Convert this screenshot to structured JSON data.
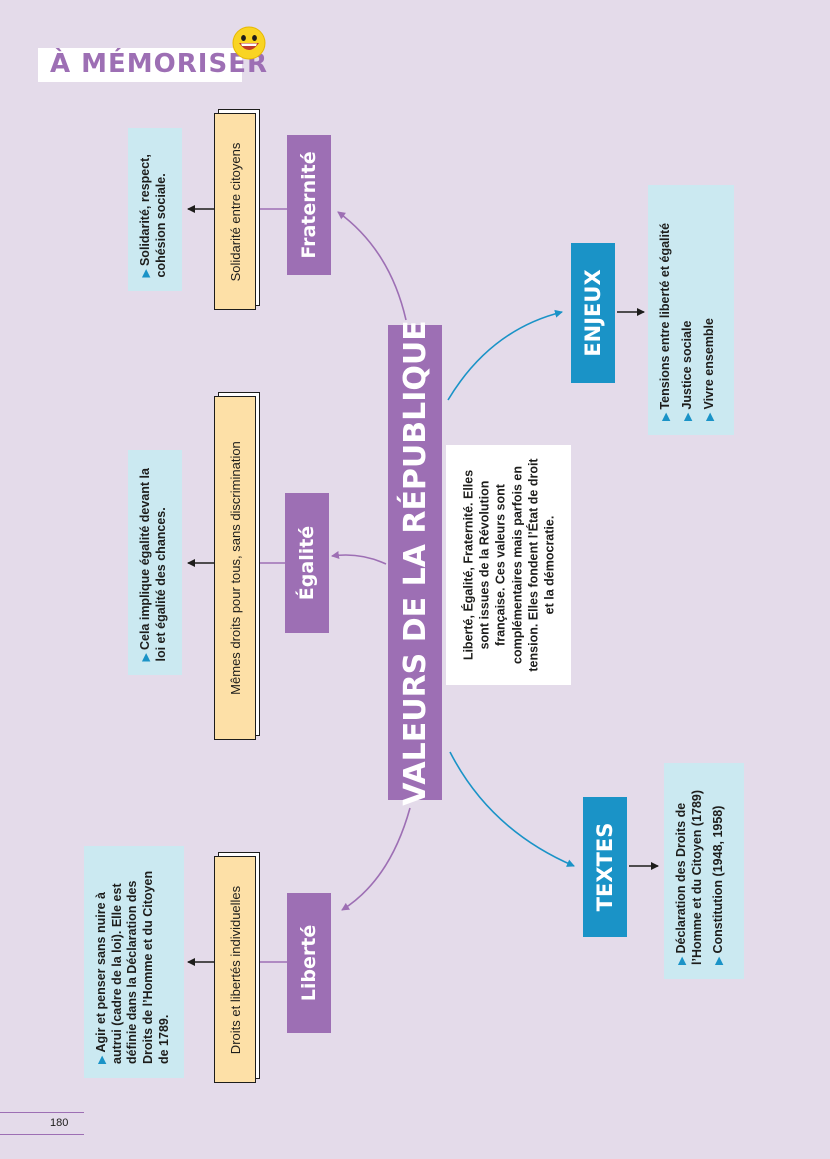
{
  "header": {
    "title": "À MÉMORISER"
  },
  "icons": {
    "smiley": "smiley-face-icon"
  },
  "colors": {
    "background": "#e4dbea",
    "purple": "#9d6fb4",
    "blue": "#1a93c7",
    "yellow": "#fde0a7",
    "cyan": "#cbe9f1"
  },
  "center": {
    "title": "VALEURS DE LA RÉPUBLIQUE",
    "description": "Liberté, Égalité, Fraternité. Elles sont issues de la Révolution française. Ces valeurs sont complémentaires mais parfois en tension. Elles fondent l’État de droit et la démocratie."
  },
  "values": [
    {
      "label": "Fraternité",
      "definition": "Solidarité entre citoyens",
      "detail": "Solidarité, respect, cohésion sociale."
    },
    {
      "label": "Égalité",
      "definition": "Mêmes droits pour tous, sans discrimination",
      "detail": "Cela implique égalité devant la loi et égalité des chances."
    },
    {
      "label": "Liberté",
      "definition": "Droits et libertés individuelles",
      "detail": "Agir et penser sans nuire à autrui (cadre de la loi). Elle est définie dans la Déclaration des Droits de l’Homme et du Citoyen de 1789."
    }
  ],
  "enjeux": {
    "label": "ENJEUX",
    "items": [
      "Tensions entre liberté et égalité",
      "Justice sociale",
      "Vivre ensemble"
    ]
  },
  "textes": {
    "label": "TEXTES",
    "items": [
      "Déclaration des Droits de l’Homme et du Citoyen (1789)",
      "Constitution (1948, 1958)"
    ]
  },
  "page_number": "180"
}
